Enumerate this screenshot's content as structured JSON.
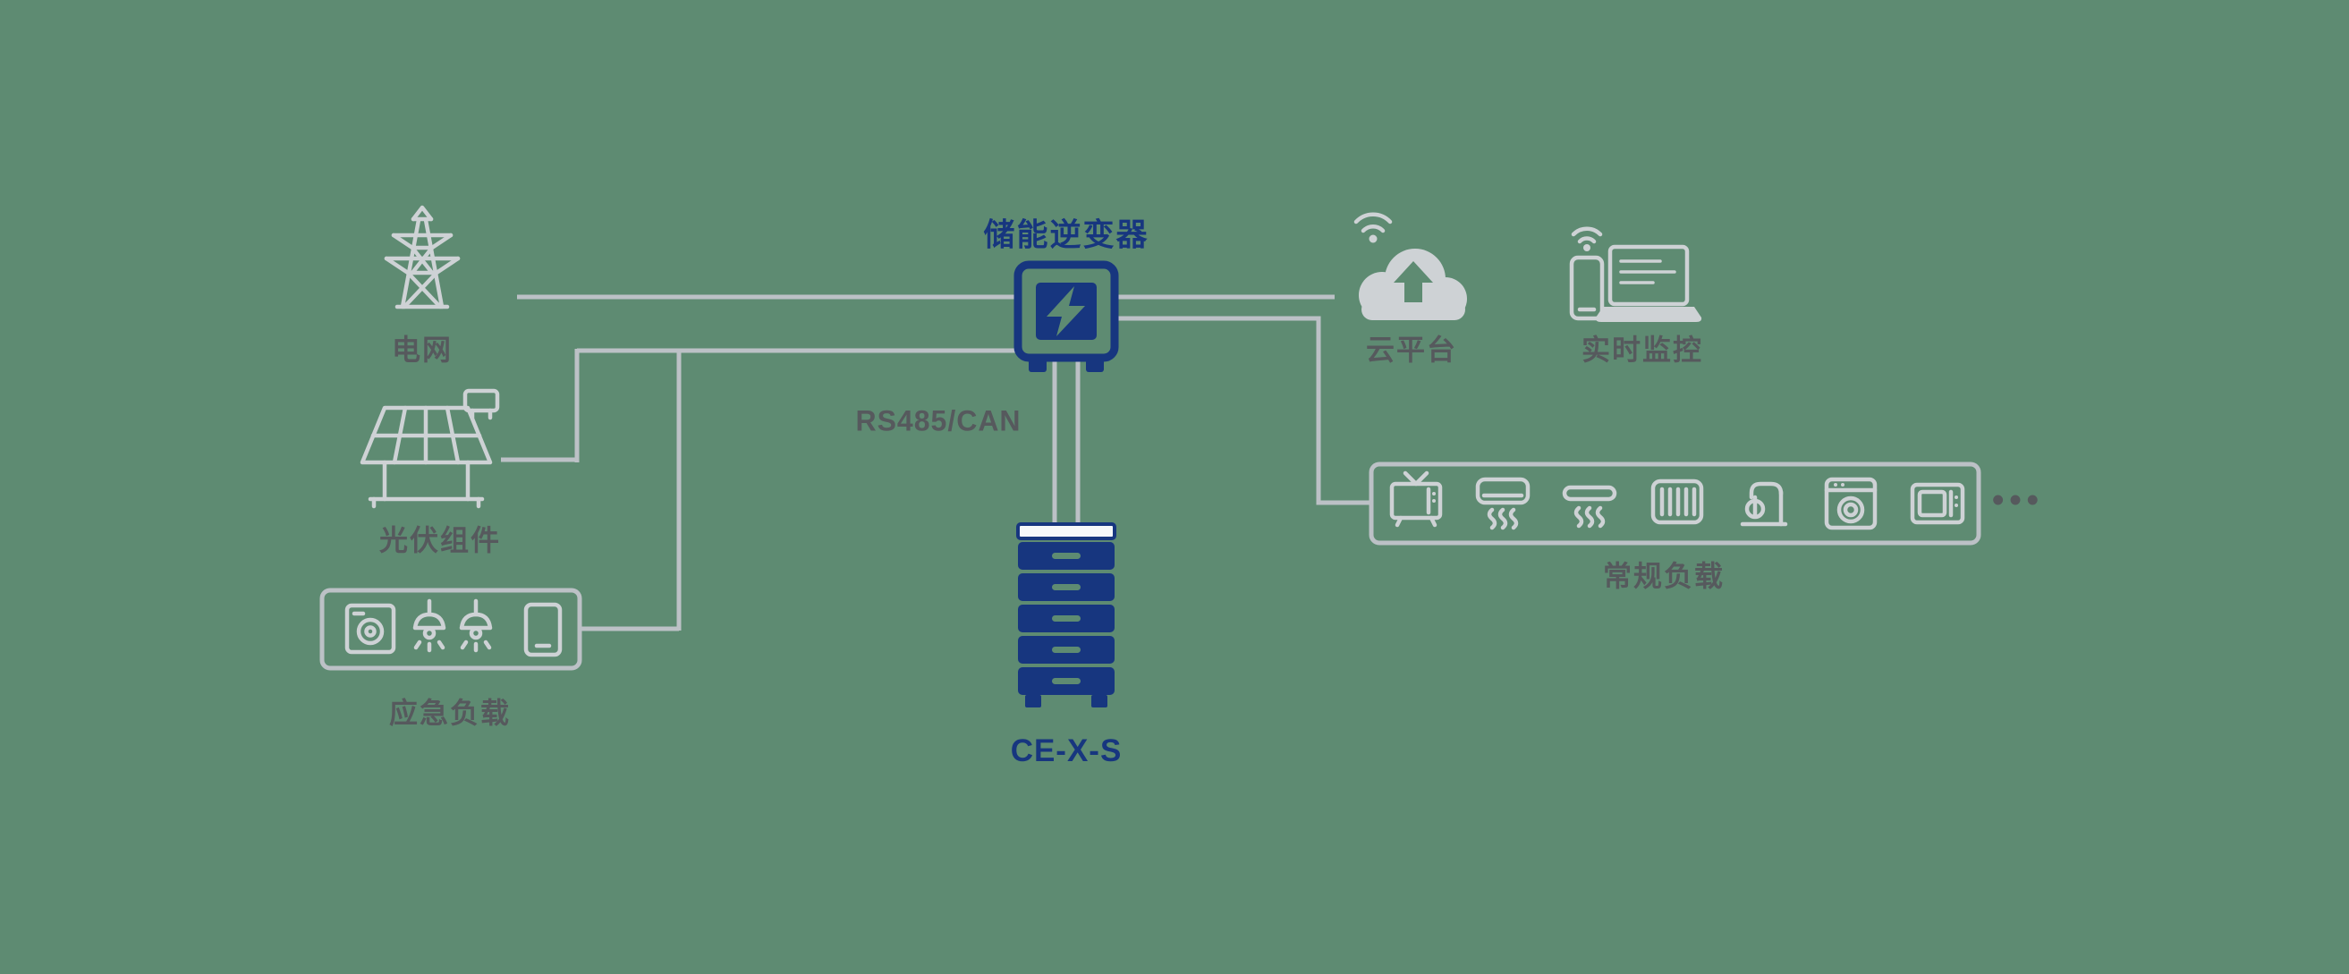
{
  "colors": {
    "background": "#5e8b72",
    "navy": "#17367f",
    "line_gray": "#bcc1c6",
    "icon_gray": "#ced2d5",
    "label_gray": "#56595d",
    "white": "#f6f8fa"
  },
  "nodes": {
    "inverter": {
      "label": "储能逆变器"
    },
    "grid": {
      "label": "电网"
    },
    "pv": {
      "label": "光伏组件"
    },
    "emergency_load": {
      "label": "应急负载"
    },
    "battery": {
      "label": "CE-X-S"
    },
    "cloud": {
      "label": "云平台"
    },
    "monitoring": {
      "label": "实时监控"
    },
    "regular_load": {
      "label": "常规负载",
      "ellipsis": "•••"
    }
  },
  "connections": {
    "bus_label": "RS485/CAN"
  },
  "icons": {
    "grid": "transmission-tower",
    "pv": "solar-panel",
    "emergency_load": [
      "cabinet",
      "pendant-lamps",
      "smartphone"
    ],
    "cloud": "cloud-upload-wifi",
    "monitoring": [
      "smartphone-wifi",
      "laptop"
    ],
    "regular_load": [
      "tv",
      "air-conditioner",
      "range-hood",
      "radiator",
      "mixer",
      "washing-machine",
      "microwave"
    ]
  }
}
